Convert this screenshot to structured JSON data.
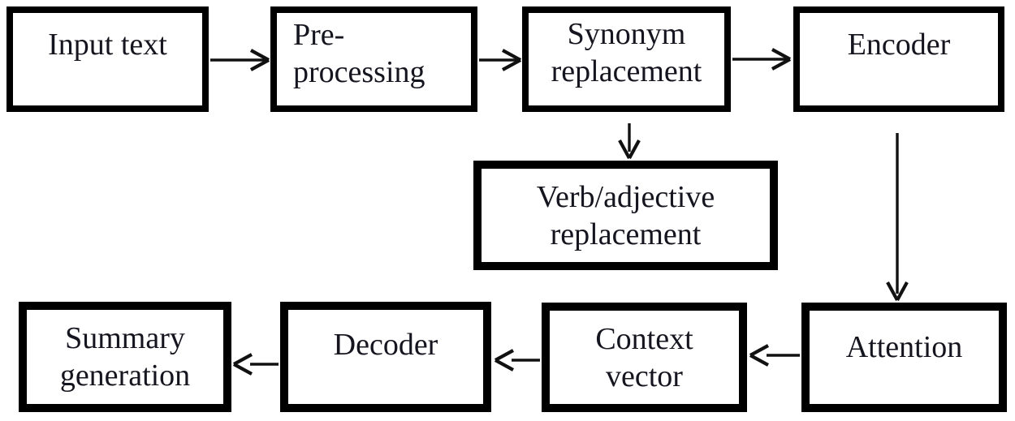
{
  "diagram": {
    "type": "flowchart",
    "background_color": "#ffffff",
    "box_border_color": "#000000",
    "text_color": "#15151f",
    "arrow_color": "#111111",
    "nodes": {
      "input_text": {
        "id": "input-text",
        "label": "Input text",
        "lines": [
          "Input text"
        ]
      },
      "pre_processing": {
        "id": "pre-processing",
        "label": "Pre-processing",
        "lines": [
          "Pre-",
          "processing"
        ]
      },
      "synonym_replacement": {
        "id": "synonym-replacement",
        "label": "Synonym replacement",
        "lines": [
          "Synonym",
          "replacement"
        ]
      },
      "encoder": {
        "id": "encoder",
        "label": "Encoder",
        "lines": [
          "Encoder"
        ]
      },
      "verb_adjective_replacement": {
        "id": "verb-adjective-replacement",
        "label": "Verb/adjective replacement",
        "lines": [
          "Verb/adjective",
          "replacement"
        ]
      },
      "attention": {
        "id": "attention",
        "label": "Attention",
        "lines": [
          "Attention"
        ]
      },
      "context_vector": {
        "id": "context-vector",
        "label": "Context vector",
        "lines": [
          "Context",
          "vector"
        ]
      },
      "decoder": {
        "id": "decoder",
        "label": "Decoder",
        "lines": [
          "Decoder"
        ]
      },
      "summary_generation": {
        "id": "summary-generation",
        "label": "Summary generation",
        "lines": [
          "Summary",
          "generation"
        ]
      }
    },
    "edges": [
      {
        "from": "input-text",
        "to": "pre-processing",
        "direction": "right"
      },
      {
        "from": "pre-processing",
        "to": "synonym-replacement",
        "direction": "right"
      },
      {
        "from": "synonym-replacement",
        "to": "encoder",
        "direction": "right"
      },
      {
        "from": "synonym-replacement",
        "to": "verb-adjective-replacement",
        "direction": "down"
      },
      {
        "from": "encoder",
        "to": "attention",
        "direction": "down"
      },
      {
        "from": "attention",
        "to": "context-vector",
        "direction": "left"
      },
      {
        "from": "context-vector",
        "to": "decoder",
        "direction": "left"
      },
      {
        "from": "decoder",
        "to": "summary-generation",
        "direction": "left"
      }
    ]
  }
}
